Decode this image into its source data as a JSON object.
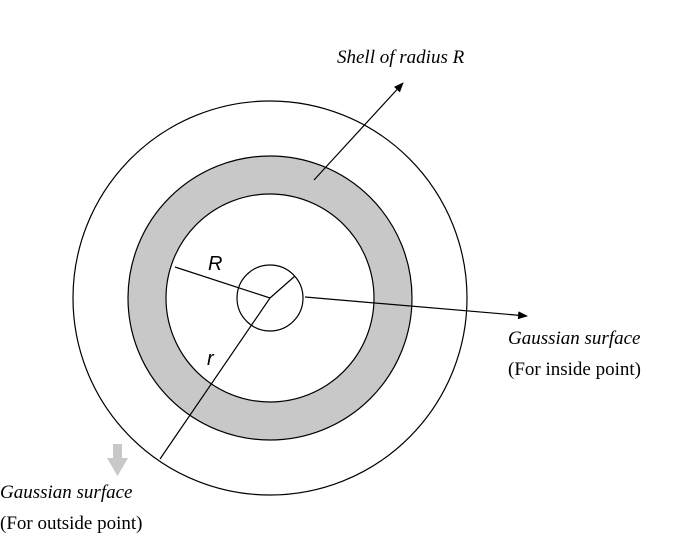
{
  "labels": {
    "shell": "Shell of radius R",
    "radius_R": "R",
    "radius_r": "r",
    "inside_title": "Gaussian surface",
    "inside_note": "(For inside point)",
    "outside_title": "Gaussian surface",
    "outside_note": "(For outside point)"
  },
  "colors": {
    "shell_fill": "#c8c8c8",
    "stroke": "#000000",
    "down_arrow": "#c8c8c8"
  },
  "icons": {
    "shell_pointer": "arrow-icon",
    "inside_pointer": "arrow-icon",
    "outside_marker": "down-arrow-icon"
  }
}
